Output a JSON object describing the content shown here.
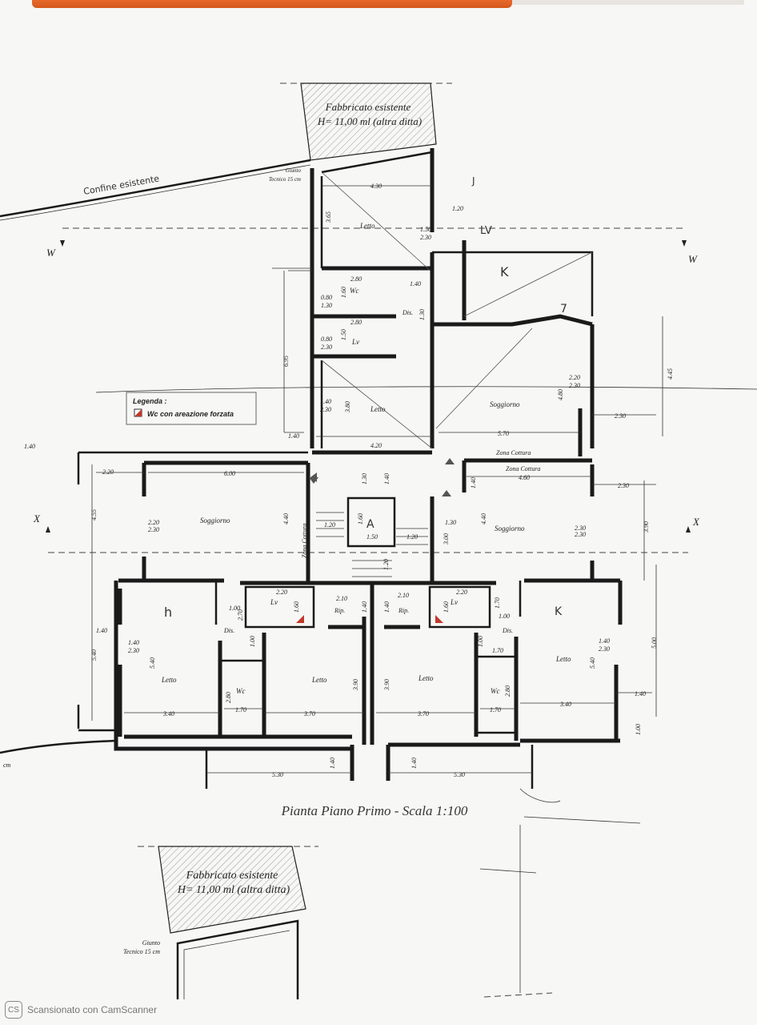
{
  "existing_building": {
    "name": "Fabbricato esistente",
    "height": "H= 11,00 ml (altra ditta)"
  },
  "joint": {
    "line1": "Giunto",
    "line2": "Tecnico 15 cm"
  },
  "boundary": "Confine esistente",
  "section_markers": {
    "w": "W",
    "x": "X"
  },
  "legend": {
    "title": "Legenda :",
    "item": "Wc con areazione forzata"
  },
  "rooms": {
    "letto": "Letto",
    "wc": "Wc",
    "lv": "Lv",
    "dis": "Dis.",
    "soggiorno": "Soggiorno",
    "zona_cottura": "Zona Cottura",
    "rip": "Rip.",
    "stair": "A"
  },
  "dimensions": {
    "d430": "4.30",
    "d365": "3.65",
    "d120": "1.20",
    "d150": "1.50",
    "d230": "2.30",
    "d280": "2.80",
    "d140": "1.40",
    "d160": "1.60",
    "d080": "0.80",
    "d130": "1.30",
    "d695": "6.95",
    "d380": "3.80",
    "d420": "4.20",
    "d445": "4.45",
    "d480": "4.80",
    "d570": "5.70",
    "d460": "4.60",
    "d220": "2.20",
    "d600": "6.00",
    "d455": "4.55",
    "d440": "4.40",
    "d390": "3.90",
    "d300": "3.00",
    "d210": "2.10",
    "d540": "5.40",
    "d500": "5.00",
    "d270": "2.70",
    "d100": "1.00",
    "d170": "1.70",
    "d370": "3.70",
    "d340": "3.40",
    "d530": "5.30"
  },
  "handwriting": {
    "k": "K",
    "h": "h",
    "lv": "LV",
    "j": "J",
    "seven": "7"
  },
  "plan_title": "Pianta Piano Primo - Scala 1:100",
  "unit_note": "cm",
  "footer": {
    "badge": "CS",
    "text": "Scansionato con CamScanner"
  }
}
